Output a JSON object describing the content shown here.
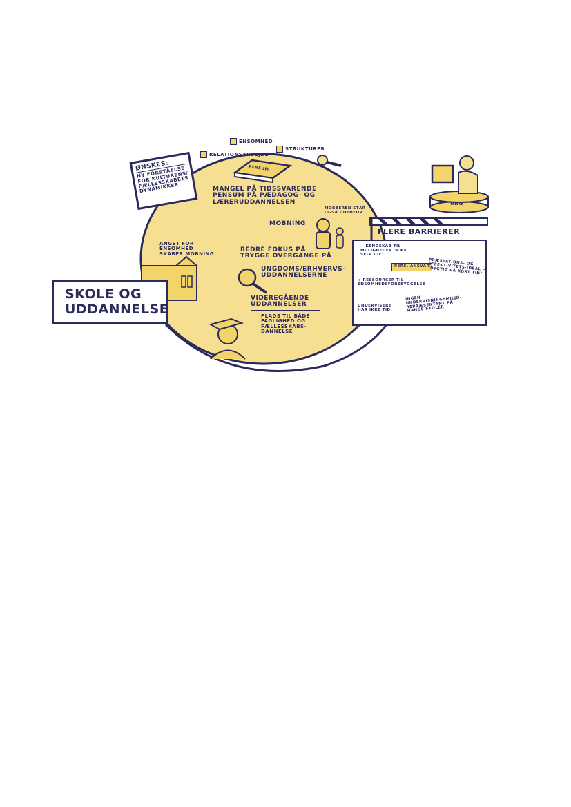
{
  "colors": {
    "fill": "#F6DF90",
    "accent": "#F0C84A",
    "ink": "#2B2A5C"
  },
  "legend": {
    "items": [
      "Ensomhed",
      "Relationsarbejde",
      "Strukturer"
    ]
  },
  "book_label": "Pensum",
  "onskes": {
    "title": "Ønskes:",
    "text": "Ny forståelse for kulturens/ fællesskabets dynamikker"
  },
  "title": "Skole og uddannelse",
  "ung_label": "UNG",
  "main": {
    "mangel": "Mangel på tidssvarende pensum på pædagog- og læreruddannelsen",
    "mobberen": "Mobberen står også udenfor",
    "mobning": "Mobning",
    "angst": "Angst for ensomhed skaber mobning",
    "bedre_fokus": "Bedre fokus på trygge overgange på",
    "ungdoms": "ungdoms/erhvervs-uddannelserne",
    "videregaende": "Videregående uddannelser",
    "plads": "Plads til både faglighed og fællesskabs-dannelse"
  },
  "barrierer": {
    "title": "Flere barrierer",
    "kendskab": "÷ Kendskab til muligheder \"ræk selv ud\"",
    "pers_ansvar": "Pers. ansvar",
    "ressourcer": "÷ Ressourcer til ensomhedsforebyggelse",
    "praestation": "Præstations- og effektivitets-ideal → \"dygtig på kort tid\"",
    "undervisere": "Undervisere har ikke tid",
    "ingen": "Ingen undervisningsmiljø-repræsentant på mange skoler"
  }
}
